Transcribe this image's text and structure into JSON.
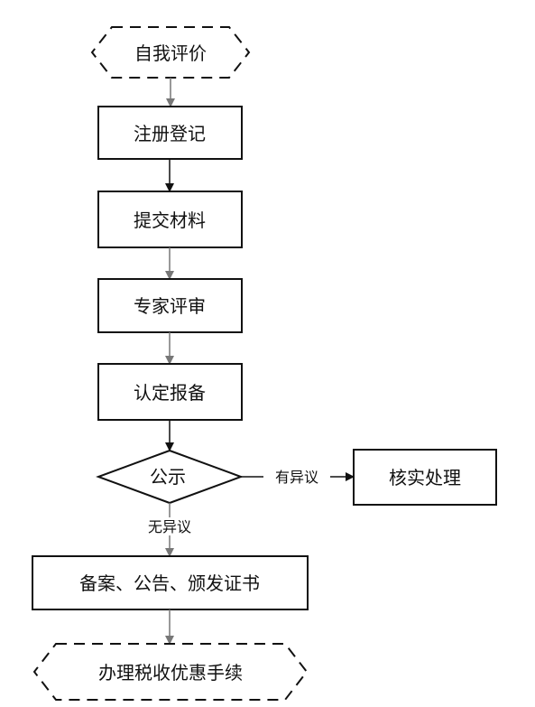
{
  "nodes": {
    "self_assessment": "自我评价",
    "registration": "注册登记",
    "submit_materials": "提交材料",
    "expert_review": "专家评审",
    "certification_filing": "认定报备",
    "publicity": "公示",
    "verification": "核实处理",
    "record_announce_certify": "备案、公告、颁发证书",
    "tax_incentive": "办理税收优惠手续"
  },
  "edges": {
    "objection": "有异议",
    "no_objection": "无异议"
  },
  "colors": {
    "stroke": "#111111",
    "arrow_gray": "#777777",
    "background": "#ffffff"
  }
}
